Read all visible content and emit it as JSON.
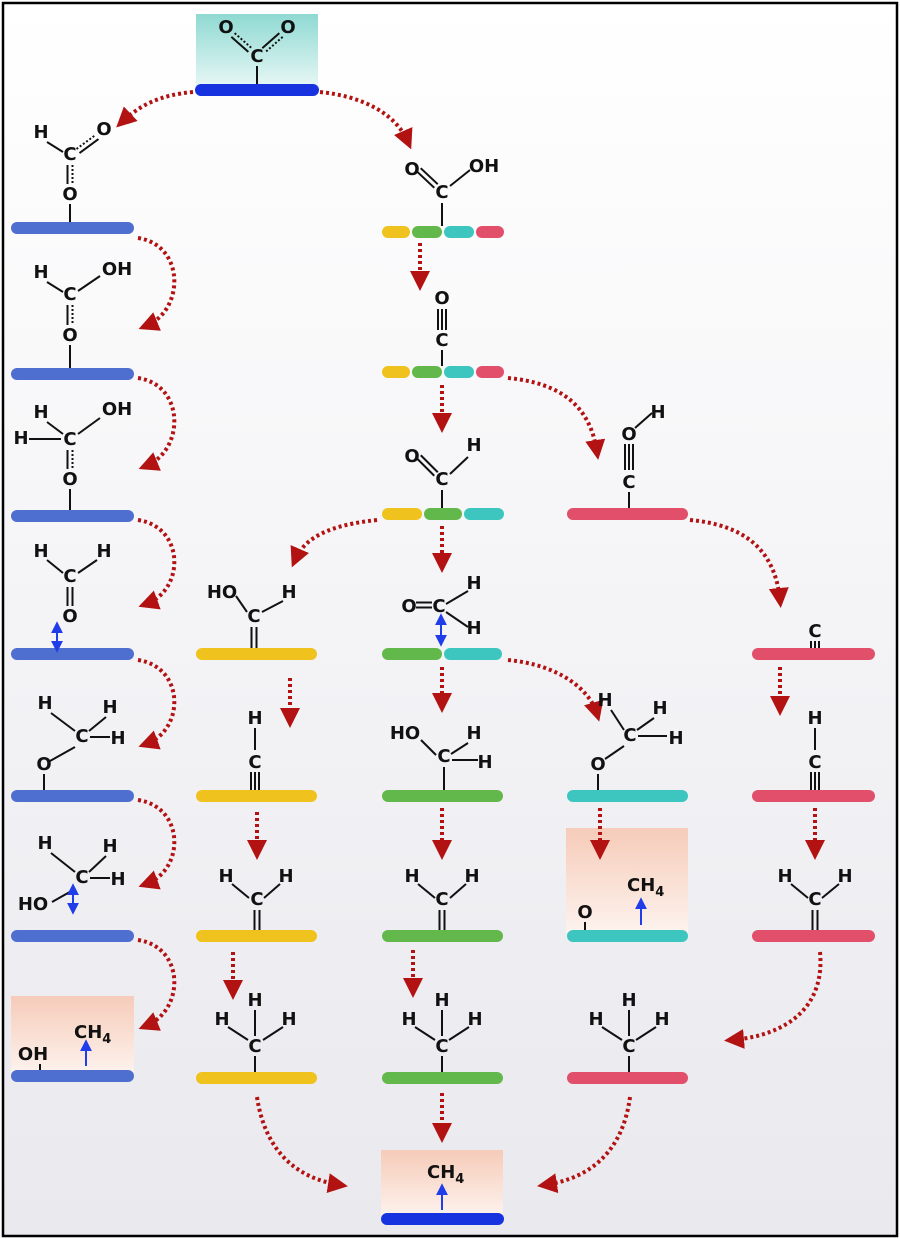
{
  "labels": {
    "C": "C",
    "O": "O",
    "H": "H",
    "OH": "OH",
    "HO": "HO",
    "CH4_base": "CH",
    "CH4_sub": "4"
  },
  "colors": {
    "blue_surface": "#4f6fd0",
    "blue_dark": "#1733e0",
    "yellow_site": "#f0c21e",
    "green_site": "#62b84a",
    "cyan_site": "#3dc6c0",
    "pink_site": "#e24f6b",
    "arrow": "#b31212",
    "desorb_arrow": "#1f3de8",
    "co2_box": "#a8e2dd",
    "product_box": "#f7d4c6"
  }
}
